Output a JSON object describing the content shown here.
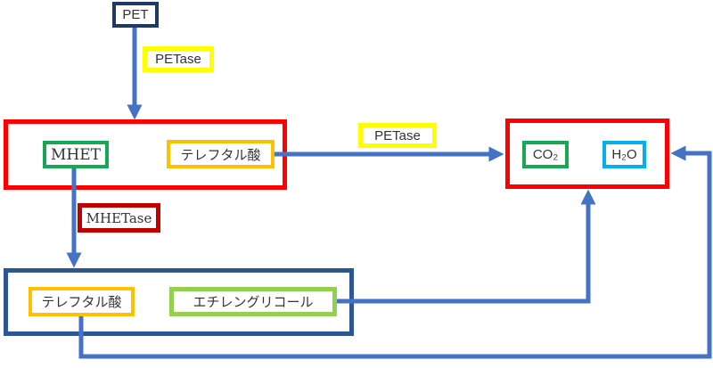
{
  "diagram": {
    "nodes": {
      "pet": {
        "label": "PET",
        "border": "#1F3864"
      },
      "petase_top": {
        "label": "PETase",
        "border": "#FFFF00"
      },
      "petase_mid": {
        "label": "PETase",
        "border": "#FFFF00"
      },
      "mhet": {
        "label": "MHET",
        "border": "#17A854"
      },
      "terephthalic_acid_1": {
        "label": "テレフタル酸",
        "border": "#FFC000"
      },
      "mhetase": {
        "label": "MHETase",
        "border": "#C00000"
      },
      "co2": {
        "label": "CO₂",
        "border": "#17A854"
      },
      "h2o": {
        "label": "H₂O",
        "border": "#00B0F0"
      },
      "terephthalic_acid_2": {
        "label": "テレフタル酸",
        "border": "#FFC000"
      },
      "ethylene_glycol": {
        "label": "エチレングリコール",
        "border": "#92D050"
      }
    },
    "frames": {
      "mhet_stage_border": "#FF0000",
      "final_stage_border": "#FF0000",
      "glycol_stage_border": "#2E5697"
    },
    "colors": {
      "arrow": "#4472C4"
    }
  }
}
